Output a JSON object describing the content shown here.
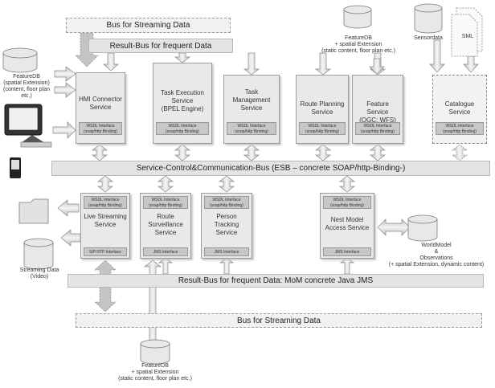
{
  "buses": {
    "streaming_top": "Bus for Streaming Data",
    "result_top": "Result-Bus for frequent Data",
    "esb": "Service-Control&Communication-Bus (ESB – concrete SOAP/http-Binding-)",
    "result_bottom": "Result-Bus for frequent Data: MoM concrete Java JMS",
    "streaming_bottom": "Bus for Streaming Data"
  },
  "top_services": [
    {
      "name": "HMI Connector\nService",
      "interface": "WSDL Interface\n(soap/http Binding)"
    },
    {
      "name": "Task Execution\nService\n(BPEL Engine)",
      "interface": "WSDL Interface\n(soap/http Binding)"
    },
    {
      "name": "Task\nManagement\nService",
      "interface": "WSDL Interface\n(soap/http Binding)"
    },
    {
      "name": "Route Planning\nService",
      "interface": "WSDL Interface\n(soap/http Binding)"
    },
    {
      "name": "Feature Service\n(OGC: WFS)",
      "interface": "WSDL Interface\n(soap/http Binding)"
    },
    {
      "name": "Catalogue\nService",
      "interface": "WSDL Interface\n(soap/http Binding)"
    }
  ],
  "bottom_services": [
    {
      "name": "Live Streaming\nService",
      "interface_top": "WSDL Interface\n(soap/http Binding)",
      "interface_bottom": "SIP RTP Interface"
    },
    {
      "name": "Route\nSurveillance\nService",
      "interface_top": "WSDL Interface\n(soap/http Binding)",
      "interface_bottom": "JMS Interface"
    },
    {
      "name": "Person Tracking\nService",
      "interface_top": "WSDL Interface\n(soap/http Binding)",
      "interface_bottom": "JMS Interface"
    },
    {
      "name": "Nest Model\nAccess Service",
      "interface_top": "WSDL Interface\n(soap/http Binding)",
      "interface_bottom": "JMS Interface"
    }
  ],
  "labels": {
    "featuredb_left": "FeatureDB\n(spatial Extension)\n(content, floor plan etc.)",
    "featuredb_top": "FeatureDB\n+ spatial Extension\n(static content, floor plan etc.)",
    "sensordata": "Sensordata",
    "sml": "SML",
    "streaming_data": "Streaming Data\n(Video)",
    "worldmodel": "WorldModel\n&\nObservations\n(+ spatial Extension, dynamic content)",
    "featuredb_bottom": "FeatureDB\n+ spatial Extension\n(static content, floor plan etc.)"
  }
}
